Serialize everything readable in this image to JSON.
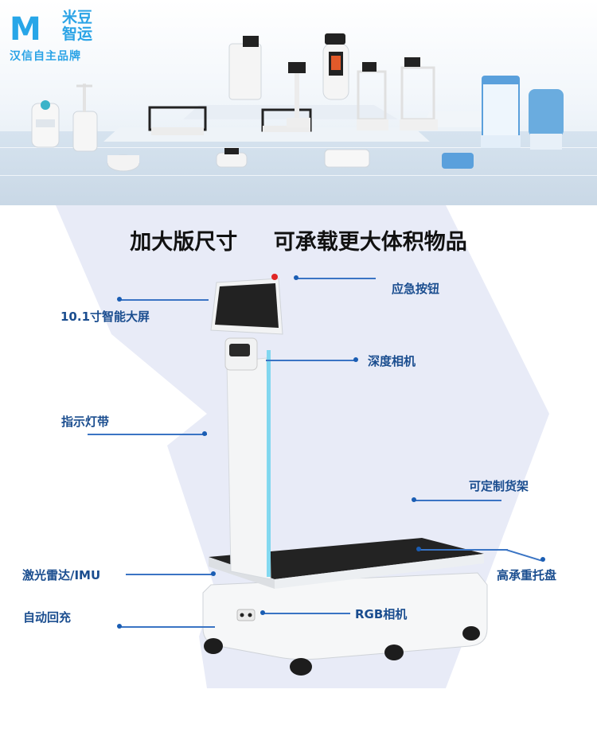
{
  "brand": {
    "logo_letter": "M",
    "name_line1": "米豆",
    "name_line2": "智运",
    "tagline": "汉信自主品牌"
  },
  "headline": {
    "part1": "加大版尺寸",
    "part2": "可承载更大体积物品"
  },
  "callouts": {
    "screen": "10.1寸智能大屏",
    "emergency": "应急按钮",
    "depth_camera": "深度相机",
    "light_strip": "指示灯带",
    "shelf": "可定制货架",
    "lidar": "激光雷达/IMU",
    "tray": "高承重托盘",
    "auto_charge": "自动回充",
    "rgb_camera": "RGB相机"
  },
  "colors": {
    "brand_blue": "#27a6e8",
    "callout_text": "#1a4d8f",
    "callout_line": "#3a74c4",
    "chevron": "#e6e9f6"
  }
}
